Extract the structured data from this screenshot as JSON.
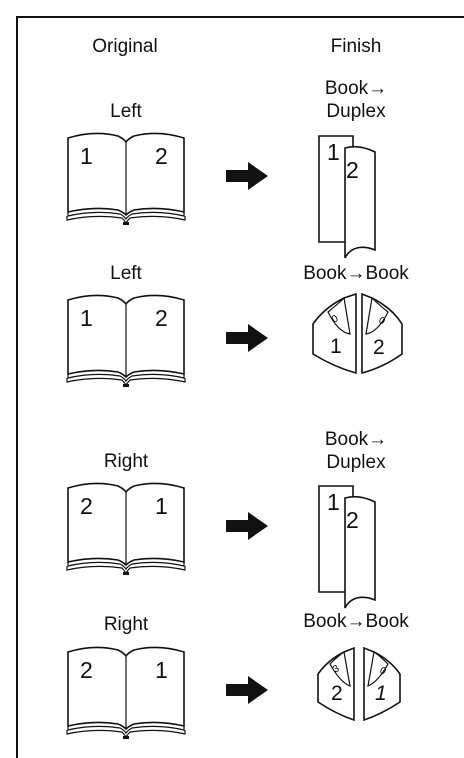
{
  "headers": {
    "original": "Original",
    "finish": "Finish"
  },
  "rows": [
    {
      "binding": "Left",
      "page_left": "1",
      "page_right": "2",
      "finish_line1": "Book→",
      "finish_line2": "Duplex",
      "front": "1",
      "back": "2"
    },
    {
      "binding": "Left",
      "page_left": "1",
      "page_right": "2",
      "finish_line1": "Book→Book",
      "finish_line2": "",
      "front": "1",
      "back": "2",
      "corner_left": "0",
      "corner_right": "0"
    },
    {
      "binding": "Right",
      "page_left": "2",
      "page_right": "1",
      "finish_line1": "Book→",
      "finish_line2": "Duplex",
      "front": "1",
      "back": "2"
    },
    {
      "binding": "Right",
      "page_left": "2",
      "page_right": "1",
      "finish_line1": "Book→Book",
      "finish_line2": "",
      "front": "2",
      "back": "1",
      "corner_left": "3",
      "corner_right": "0"
    }
  ]
}
